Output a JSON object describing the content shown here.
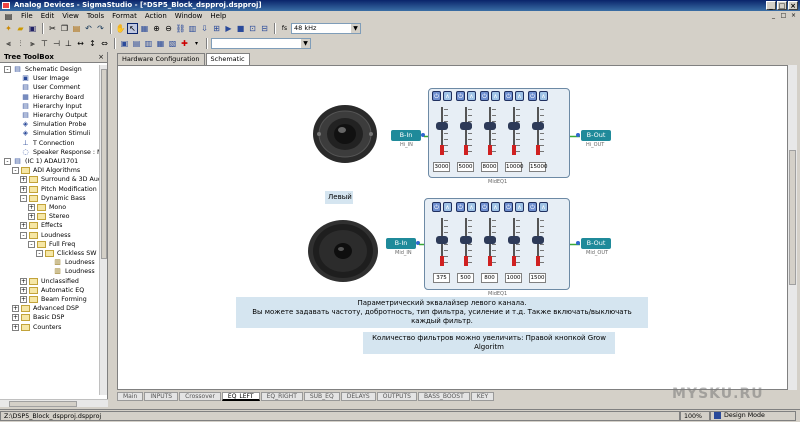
{
  "window": {
    "title": "Analog Devices - SigmaStudio - [*DSP5_Block_dspproj.dspproj]",
    "controls": [
      "_",
      "□",
      "×"
    ]
  },
  "menu": [
    "File",
    "Edit",
    "View",
    "Tools",
    "Format",
    "Action",
    "Window",
    "Help"
  ],
  "mdi_controls": [
    "_",
    "□",
    "×"
  ],
  "toolbar": {
    "sample_rate": "48 kHz",
    "color_picker_value": ""
  },
  "left_panel": {
    "title": "Tree ToolBox",
    "close": "×",
    "tree": [
      {
        "label": "Schematic Design",
        "level": 0,
        "expander": "-"
      },
      {
        "label": "User Image",
        "level": 1
      },
      {
        "label": "User Comment",
        "level": 1
      },
      {
        "label": "Hierarchy Board",
        "level": 1
      },
      {
        "label": "Hierarchy Input",
        "level": 1
      },
      {
        "label": "Hierarchy Output",
        "level": 1
      },
      {
        "label": "Simulation Probe",
        "level": 1
      },
      {
        "label": "Simulation Stimuli",
        "level": 1
      },
      {
        "label": "T Connection",
        "level": 1
      },
      {
        "label": "Speaker Response : MLS",
        "level": 1
      },
      {
        "label": "(IC 1) ADAU1701",
        "level": 0,
        "expander": "-"
      },
      {
        "label": "ADI Algorithms",
        "level": 1,
        "expander": "-"
      },
      {
        "label": "Surround & 3D Audio",
        "level": 2,
        "expander": "+"
      },
      {
        "label": "Pitch Modification",
        "level": 2,
        "expander": "+"
      },
      {
        "label": "Dynamic Bass",
        "level": 2,
        "expander": "-"
      },
      {
        "label": "Mono",
        "level": 3,
        "expander": "+"
      },
      {
        "label": "Stereo",
        "level": 3,
        "expander": "+"
      },
      {
        "label": "Effects",
        "level": 2,
        "expander": "+"
      },
      {
        "label": "Loudness",
        "level": 2,
        "expander": "-"
      },
      {
        "label": "Full Freq",
        "level": 3,
        "expander": "-"
      },
      {
        "label": "Clickless SW",
        "level": 4,
        "expander": "-"
      },
      {
        "label": "Loudness",
        "level": 5
      },
      {
        "label": "Loudness",
        "level": 5
      },
      {
        "label": "Unclassified",
        "level": 2,
        "expander": "+"
      },
      {
        "label": "Automatic EQ",
        "level": 2,
        "expander": "+"
      },
      {
        "label": "Beam Forming",
        "level": 2,
        "expander": "+"
      },
      {
        "label": "Advanced DSP",
        "level": 1,
        "expander": "+"
      },
      {
        "label": "Basic DSP",
        "level": 1,
        "expander": "+"
      },
      {
        "label": "Counters",
        "level": 1,
        "expander": "+"
      }
    ]
  },
  "top_tabs": [
    {
      "label": "Hardware Configuration",
      "active": false
    },
    {
      "label": "Schematic",
      "active": true
    }
  ],
  "schematic": {
    "speaker1_label": "Левый",
    "eq1": {
      "input_block": "B-In",
      "input_sublabel": "Hi_IN",
      "output_block": "B-Out",
      "output_sublabel": "Hi_OUT",
      "name": "MidEQ1",
      "freqs": [
        "3000",
        "5000",
        "8000",
        "10000",
        "15000"
      ],
      "knob_levels": [
        0.62,
        0.62,
        0.62,
        0.62,
        0.62
      ]
    },
    "eq2": {
      "input_block": "B-In",
      "input_sublabel": "Mid_IN",
      "output_block": "B-Out",
      "output_sublabel": "Mid_OUT",
      "name": "MidEQ1",
      "freqs": [
        "375",
        "500",
        "800",
        "1000",
        "1500"
      ],
      "knob_levels": [
        0.55,
        0.55,
        0.55,
        0.55,
        0.55
      ]
    },
    "note1_line1": "Параметрический эквалайзер левого канала.",
    "note1_line2": "Вы можете задавать частоту, добротность, тип фильтра, усиление и т.д. Также включать/выключать каждый фильтр.",
    "note2": "Количество фильтров можно увеличить: Правой кнопкой Grow Algoritm",
    "colors": {
      "block": "#1f8a9a",
      "port": "#2f66d0",
      "wire": "#38a838",
      "note_bg": "#d5e5f0"
    }
  },
  "bottom_tabs": [
    {
      "label": "Main",
      "active": false
    },
    {
      "label": "INPUTS",
      "active": false
    },
    {
      "label": "Crossover",
      "active": false
    },
    {
      "label": "EQ_LEFT",
      "active": true
    },
    {
      "label": "EQ_RIGHT",
      "active": false
    },
    {
      "label": "SUB_EQ",
      "active": false
    },
    {
      "label": "DELAYS",
      "active": false
    },
    {
      "label": "OUTPUTS",
      "active": false
    },
    {
      "label": "BASS_BOOST",
      "active": false
    },
    {
      "label": "KEY",
      "active": false
    }
  ],
  "status": {
    "path": "Z:\\DSP5_Block_dspproj.dspproj",
    "zoom": "100%",
    "mode": "Design Mode"
  },
  "watermark": "MYSKU.RU"
}
